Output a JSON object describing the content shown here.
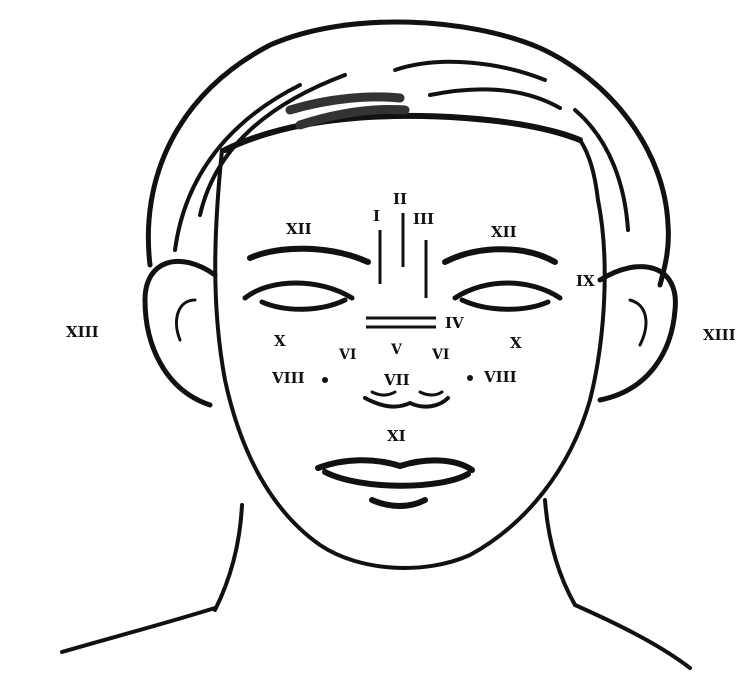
{
  "diagram": {
    "ink_color": "#111111",
    "background_color": "#ffffff",
    "labels": {
      "I": "I",
      "II": "II",
      "III": "III",
      "IV": "IV",
      "V": "V",
      "VI_left": "VI",
      "VI_right": "VI",
      "VII": "VII",
      "VIII_left": "VIII",
      "VIII_right": "VIII",
      "IX": "IX",
      "X_left": "X",
      "X_right": "X",
      "XI": "XI",
      "XII_left": "XII",
      "XII_right": "XII",
      "XIII_left": "XIII",
      "XIII_right": "XIII"
    }
  }
}
